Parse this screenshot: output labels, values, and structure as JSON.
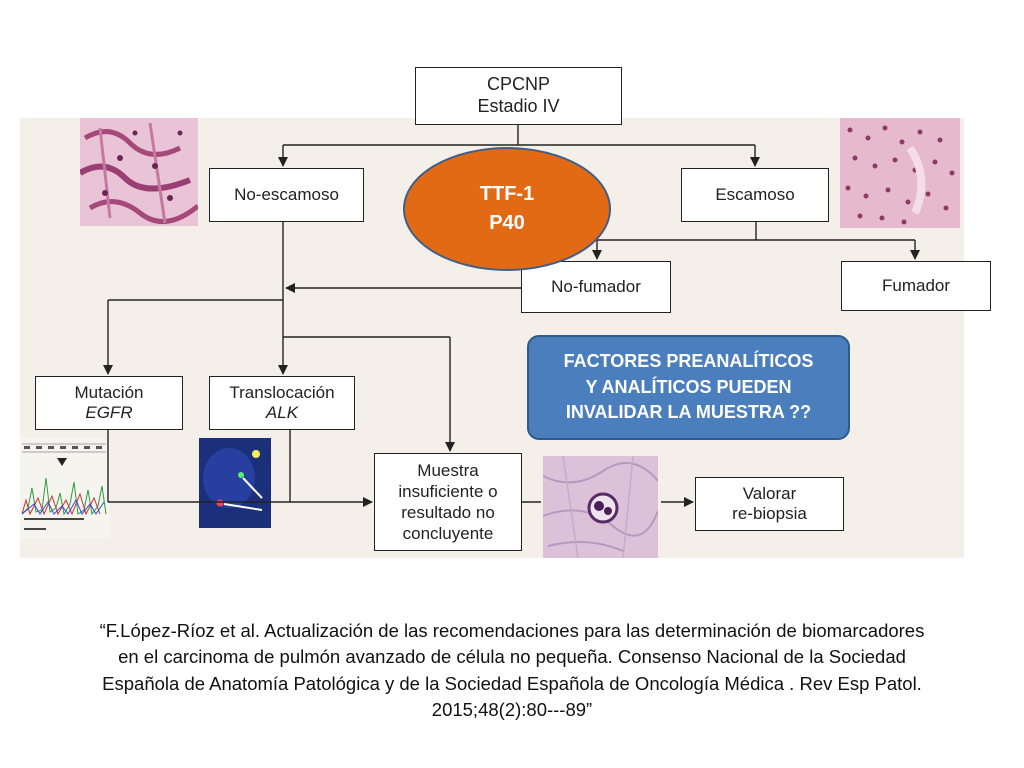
{
  "nodes": {
    "cpcnp": {
      "line1": "CPCNP",
      "line2": "Estadio IV"
    },
    "no_escamoso": "No-escamoso",
    "escamoso": "Escamoso",
    "no_fumador": "No-fumador",
    "fumador": "Fumador",
    "mutacion": {
      "line1": "Mutación",
      "line2": "EGFR"
    },
    "translocacion": {
      "line1": "Translocación",
      "line2": "ALK"
    },
    "muestra": {
      "line1": "Muestra",
      "line2": "insuficiente o",
      "line3": "resultado no",
      "line4": "concluyente"
    },
    "valorar": {
      "line1": "Valorar",
      "line2": "re-biopsia"
    }
  },
  "overlay_ellipse": {
    "line1": "TTF-1",
    "line2": "P40"
  },
  "overlay_warning": {
    "line1": "FACTORES PREANALÍTICOS",
    "line2": "Y ANALÍTICOS PUEDEN",
    "line3": "INVALIDAR LA MUESTRA ??"
  },
  "citation": {
    "line1": "“F.López-Ríoz et al. Actualización de las recomendaciones para las determinación de biomarcadores",
    "line2": "en el carcinoma de pulmón avanzado de célula no pequeña. Consenso Nacional de la Sociedad",
    "line3": "Española de Anatomía Patológica y de la Sociedad Española de Oncología Médica . Rev Esp Patol.",
    "line4": "2015;48(2):80---89”"
  },
  "colors": {
    "ellipse_fill": "#e36a14",
    "warning_fill": "#4a7ebd",
    "panel_bg": "#f4f0e9"
  }
}
